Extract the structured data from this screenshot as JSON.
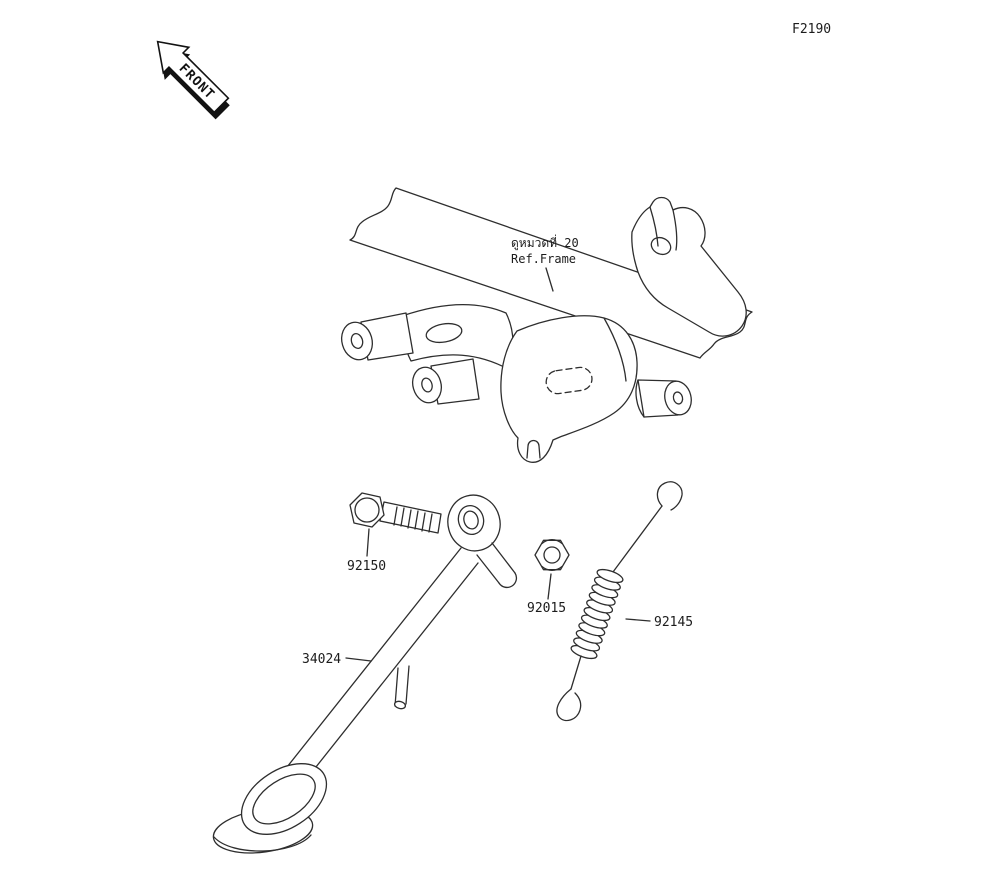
{
  "figure": {
    "code": "F2190"
  },
  "front_marker": {
    "label": "FRONT"
  },
  "callouts": {
    "frame_ref": {
      "line1": "ดูหมวดที่ 20",
      "line2": "Ref.Frame"
    },
    "bolt": "92150",
    "nut": "92015",
    "spring": "92145",
    "side_stand": "34024"
  },
  "colors": {
    "ink": "#2e2e2e",
    "background": "#ffffff"
  }
}
